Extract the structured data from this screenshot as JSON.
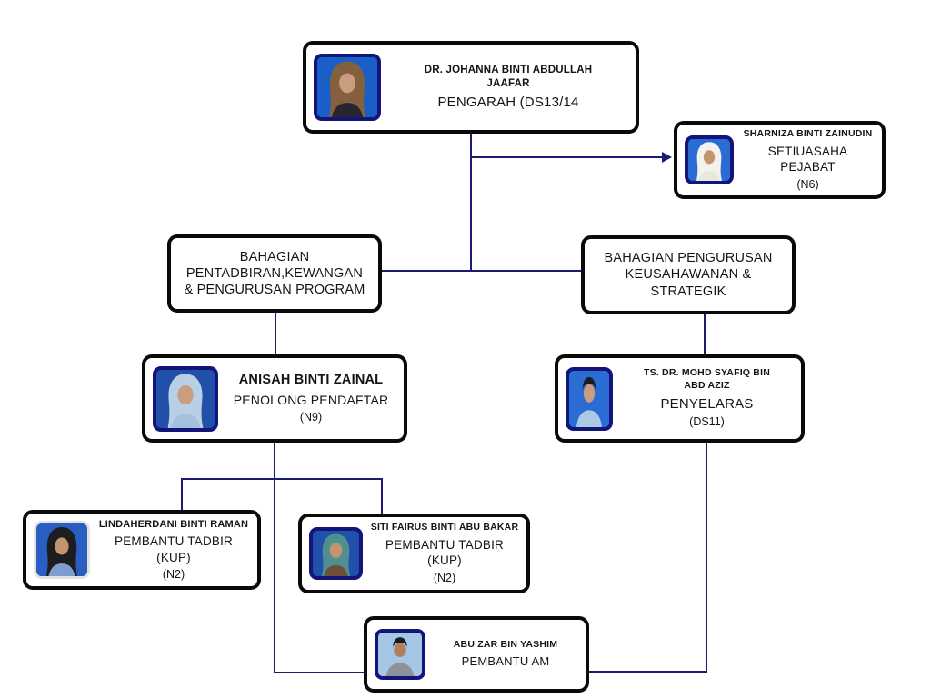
{
  "page": {
    "background": "#ffffff"
  },
  "org_chart": {
    "connector_color": "#1b1b72",
    "box_border_color": "#0a0a0a",
    "box_background": "#ffffff",
    "text_color": "#141414",
    "nodes": {
      "pengarah": {
        "name": "DR. JOHANNA BINTI ABDULLAH\nJAAFAR",
        "title": "PENGARAH (DS13/14",
        "photo": {
          "type": "female",
          "bg": "#1a5fc8",
          "border": "#12147a",
          "garment": "#84603f",
          "body": "#26262e",
          "skin": "#c99d7d"
        }
      },
      "setiausaha": {
        "name": "SHARNIZA BINTI ZAINUDIN",
        "title": "SETIUASAHA PEJABAT",
        "grade": "(N6)",
        "photo": {
          "type": "female",
          "bg": "#2b6cd4",
          "border": "#12147a",
          "garment": "#f3f2ee",
          "body": "#e9e7e0",
          "skin": "#c2946f"
        }
      },
      "dept_pentadbiran": {
        "label": "BAHAGIAN\nPENTADBIRAN,KEWANGAN\n& PENGURUSAN PROGRAM"
      },
      "dept_pengurusan": {
        "label": "BAHAGIAN PENGURUSAN\nKEUSAHAWANAN &\nSTRATEGIK"
      },
      "anisah": {
        "name": "ANISAH BINTI ZAINAL",
        "title": "PENOLONG PENDAFTAR",
        "grade": "(N9)",
        "photo": {
          "type": "female",
          "bg": "#2050a8",
          "border": "#12147a",
          "garment": "#b9cfe6",
          "body": "#a5c0dd",
          "skin": "#c99d7d"
        }
      },
      "syafiq": {
        "name": "TS. DR. MOHD SYAFIQ BIN\nABD AZIZ",
        "title": "PENYELARAS",
        "grade": "(DS11)",
        "photo": {
          "type": "male",
          "bg": "#2b6cd4",
          "border": "#12147a",
          "garment": "#1b1b1e",
          "body": "#a9c9e4",
          "skin": "#c99d7d"
        }
      },
      "linda": {
        "name": "LINDAHERDANI BINTI RAMAN",
        "title": "PEMBANTU TADBIR (KUP)",
        "grade": "(N2)",
        "photo": {
          "type": "female",
          "bg": "#2a5ec2",
          "border": "#e3e3e1",
          "garment": "#1d1d20",
          "body": "#7f9cd0",
          "skin": "#c2946f"
        }
      },
      "fairus": {
        "name": "SITI FAIRUS BINTI ABU BAKAR",
        "title": "PEMBANTU TADBIR (KUP)",
        "grade": "(N2)",
        "photo": {
          "type": "female",
          "bg": "#2050a8",
          "border": "#12147a",
          "garment": "#4f8f8f",
          "body": "#6e4f3c",
          "skin": "#c2946f"
        }
      },
      "abuzar": {
        "name": "ABU ZAR BIN YASHIM",
        "title": "PEMBANTU AM",
        "photo": {
          "type": "male",
          "bg": "#a6c6e8",
          "border": "#12147a",
          "garment": "#1b1b1e",
          "body": "#8e9296",
          "skin": "#b08059"
        }
      }
    }
  }
}
